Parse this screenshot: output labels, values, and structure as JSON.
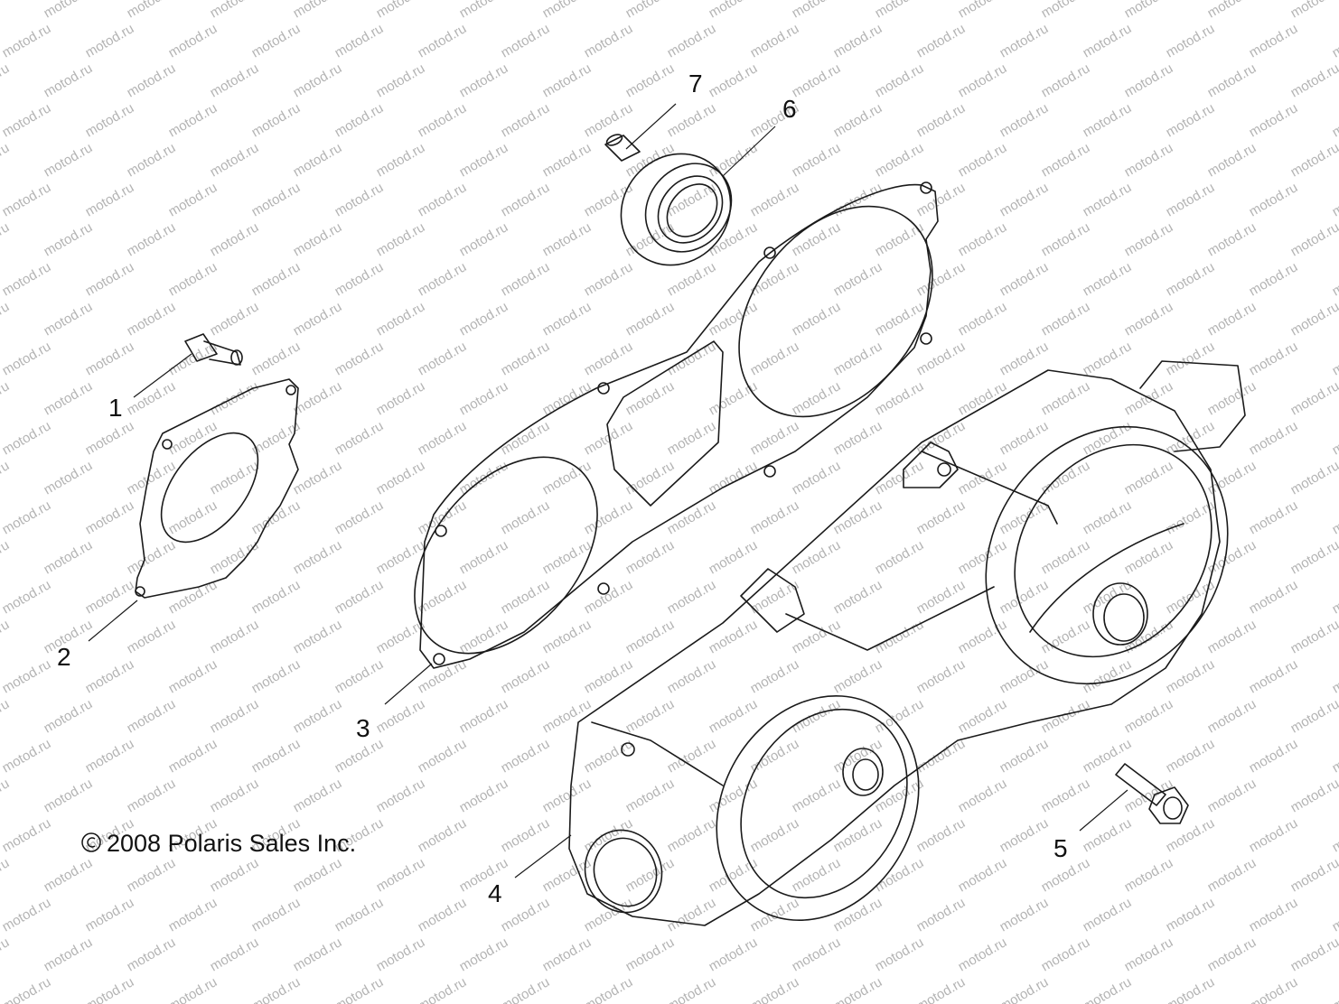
{
  "watermark": "motod.ru",
  "copyright": {
    "symbol": "©",
    "text": "2008 Polaris Sales Inc."
  },
  "callouts": [
    "1",
    "2",
    "3",
    "4",
    "5",
    "6",
    "7"
  ],
  "parts_icons": [
    "bolt-icon",
    "plate-icon",
    "gasket-icon",
    "cover-icon",
    "bolt-icon",
    "bearing-icon",
    "dowel-pin-icon"
  ]
}
